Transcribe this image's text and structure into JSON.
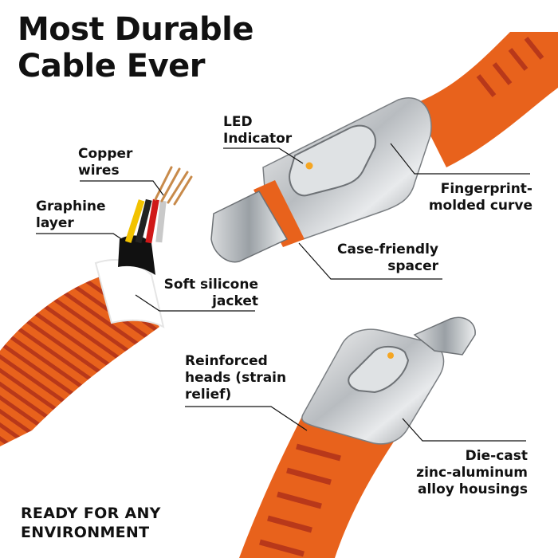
{
  "title": {
    "line1": "Most Durable",
    "line2": "Cable Ever"
  },
  "labels": {
    "copper_wires": [
      "Copper",
      "wires"
    ],
    "graphine_layer": [
      "Graphine",
      "layer"
    ],
    "soft_silicone_jacket": [
      "Soft silicone",
      "jacket"
    ],
    "led_indicator": [
      "LED",
      "Indicator"
    ],
    "fingerprint_curve": [
      "Fingerprint-",
      "molded curve"
    ],
    "case_friendly_spacer": [
      "Case-friendly",
      "spacer"
    ],
    "reinforced_heads": [
      "Reinforced",
      "heads (strain",
      "relief)"
    ],
    "die_cast_housings": [
      "Die-cast",
      "zinc-aluminum",
      "alloy housings"
    ]
  },
  "footer": {
    "line1": "READY FOR ANY",
    "line2": "ENVIRONMENT"
  },
  "colors": {
    "orange": "#e8621c",
    "braid_dark": "#c8431a",
    "led": "#f5a623",
    "text": "#111111"
  }
}
